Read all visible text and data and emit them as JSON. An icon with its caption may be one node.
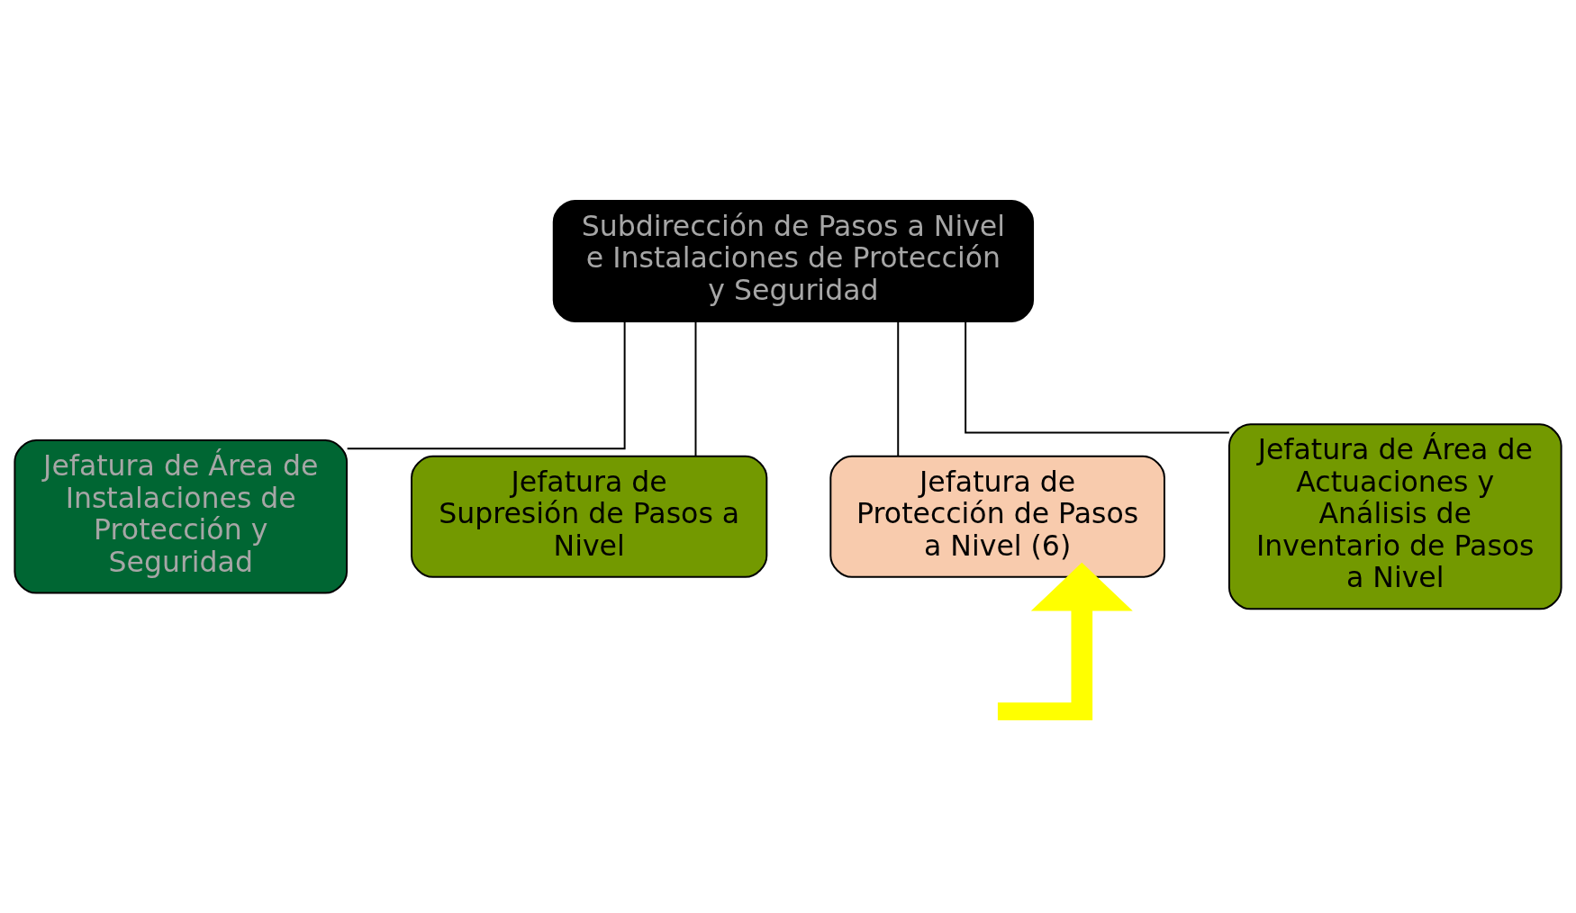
{
  "diagram": {
    "nodes": [
      {
        "text": [
          "Subdirección de Pasos a Nivel e Instalaciones de Protección y Seguridad"
        ]
      },
      {
        "text": [
          "Jefatura de Área de Instalaciones de Protección y Seguridad"
        ]
      },
      {
        "text": [
          "Jefatura de Supresión de Pasos a Nivel"
        ]
      },
      {
        "text": [
          "Jefatura de Protección de Pasos a Nivel (6)"
        ]
      },
      {
        "text": [
          "Jefatura de Área de Actuaciones y Análisis de Inventario de Pasos a Nivel"
        ]
      }
    ],
    "edges": [
      {
        "from": 0,
        "to": 1,
        "arrow": "none"
      },
      {
        "from": 0,
        "to": 2,
        "arrow": "none"
      },
      {
        "from": 0,
        "to": 3,
        "arrow": "none"
      },
      {
        "from": 0,
        "to": 4,
        "arrow": "none"
      },
      {
        "from": null,
        "to": 3,
        "arrow": "to",
        "style": "thick",
        "color": "#ffff00"
      }
    ]
  }
}
